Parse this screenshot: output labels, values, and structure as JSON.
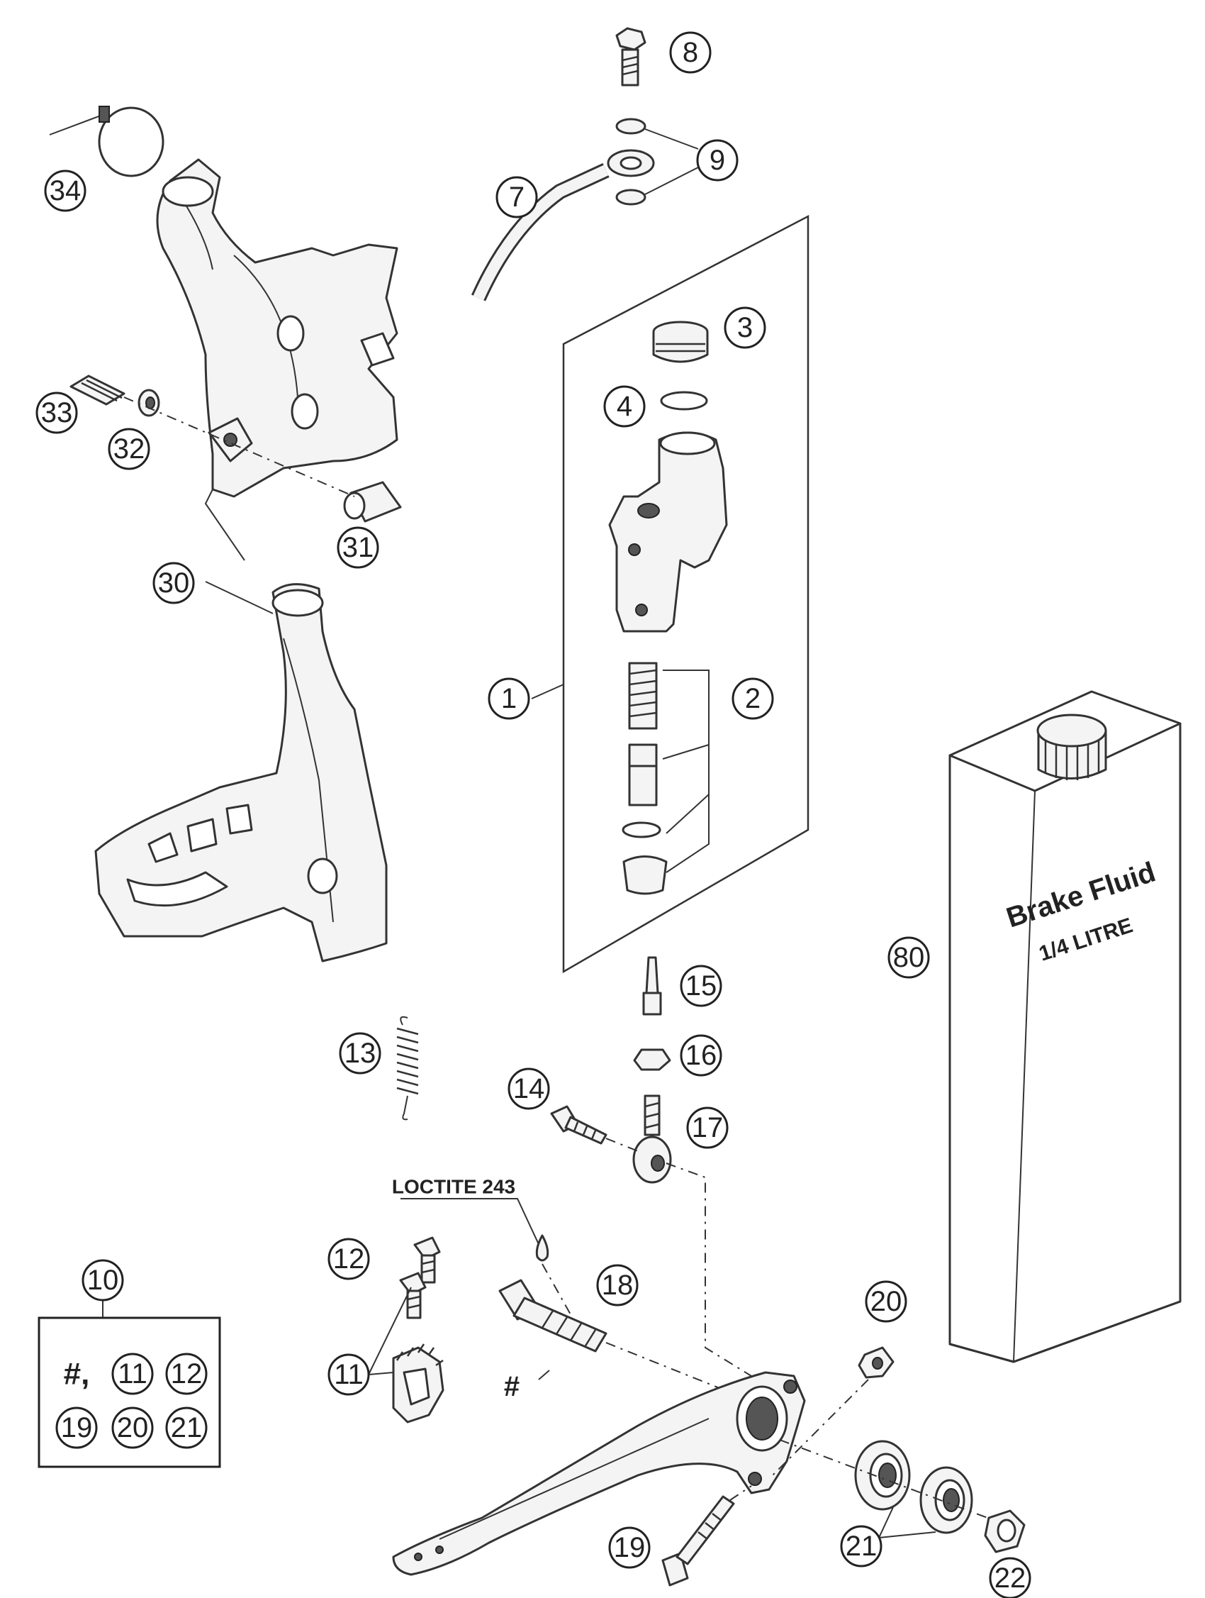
{
  "callouts": [
    {
      "id": "1",
      "label": "1"
    },
    {
      "id": "2",
      "label": "2"
    },
    {
      "id": "3",
      "label": "3"
    },
    {
      "id": "4",
      "label": "4"
    },
    {
      "id": "7",
      "label": "7"
    },
    {
      "id": "8",
      "label": "8"
    },
    {
      "id": "9",
      "label": "9"
    },
    {
      "id": "10",
      "label": "10"
    },
    {
      "id": "11",
      "label": "11"
    },
    {
      "id": "12",
      "label": "12"
    },
    {
      "id": "13",
      "label": "13"
    },
    {
      "id": "14",
      "label": "14"
    },
    {
      "id": "15",
      "label": "15"
    },
    {
      "id": "16",
      "label": "16"
    },
    {
      "id": "17",
      "label": "17"
    },
    {
      "id": "18",
      "label": "18"
    },
    {
      "id": "19",
      "label": "19"
    },
    {
      "id": "20",
      "label": "20"
    },
    {
      "id": "21",
      "label": "21"
    },
    {
      "id": "22",
      "label": "22"
    },
    {
      "id": "30",
      "label": "30"
    },
    {
      "id": "31",
      "label": "31"
    },
    {
      "id": "32",
      "label": "32"
    },
    {
      "id": "33",
      "label": "33"
    },
    {
      "id": "34",
      "label": "34"
    },
    {
      "id": "80",
      "label": "80"
    }
  ],
  "kit_box": {
    "prefix": "#,",
    "items": [
      "11",
      "12",
      "19",
      "20",
      "21"
    ]
  },
  "hash_marker": "#",
  "loctite_label": "LOCTITE 243",
  "brake_fluid": {
    "line1": "Brake Fluid",
    "line2": "1/4 LITRE"
  }
}
